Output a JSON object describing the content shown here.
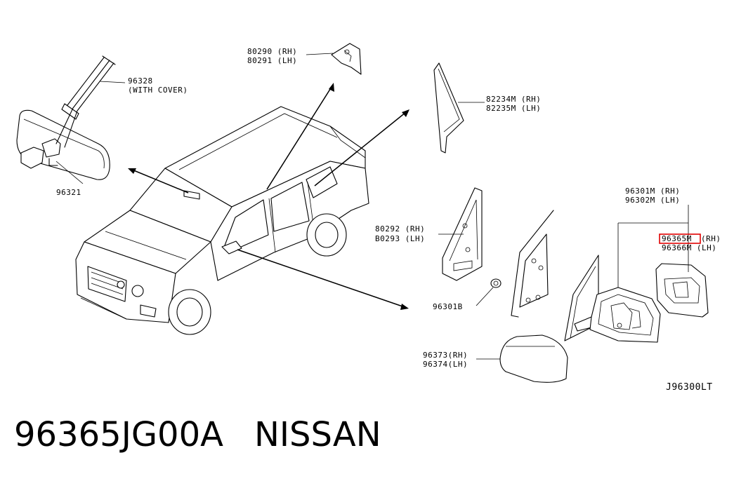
{
  "diagram_code": "J96300LT",
  "part_number": "96365JG00A",
  "brand": "NISSAN",
  "highlight_color": "#e00000",
  "callouts": {
    "c96328": {
      "line1": "96328",
      "line2": "(WITH COVER)"
    },
    "c96321": {
      "line1": "96321"
    },
    "c80290": {
      "line1": "80290 (RH)",
      "line2": "80291 (LH)"
    },
    "c82234": {
      "line1": "82234M (RH)",
      "line2": "82235M (LH)"
    },
    "c96301M": {
      "line1": "96301M (RH)",
      "line2": "96302M (LH)"
    },
    "c96365": {
      "code": "96365M",
      "side": "(RH)",
      "line2": "96366M (LH)"
    },
    "c80292": {
      "line1": "80292 (RH)",
      "line2": "B0293 (LH)"
    },
    "c96301B": {
      "line1": "96301B"
    },
    "c96373": {
      "line1": "96373(RH)",
      "line2": "96374(LH)"
    }
  }
}
